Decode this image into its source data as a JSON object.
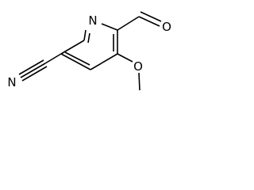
{
  "molecule": {
    "atoms": {
      "ring_nitrogen": "N",
      "aldehyde_oxygen": "O",
      "methoxy_oxygen": "O",
      "nitrile_nitrogen": "N"
    }
  },
  "colors": {
    "bond": "#000000",
    "label": "#000000",
    "background": "#ffffff"
  }
}
